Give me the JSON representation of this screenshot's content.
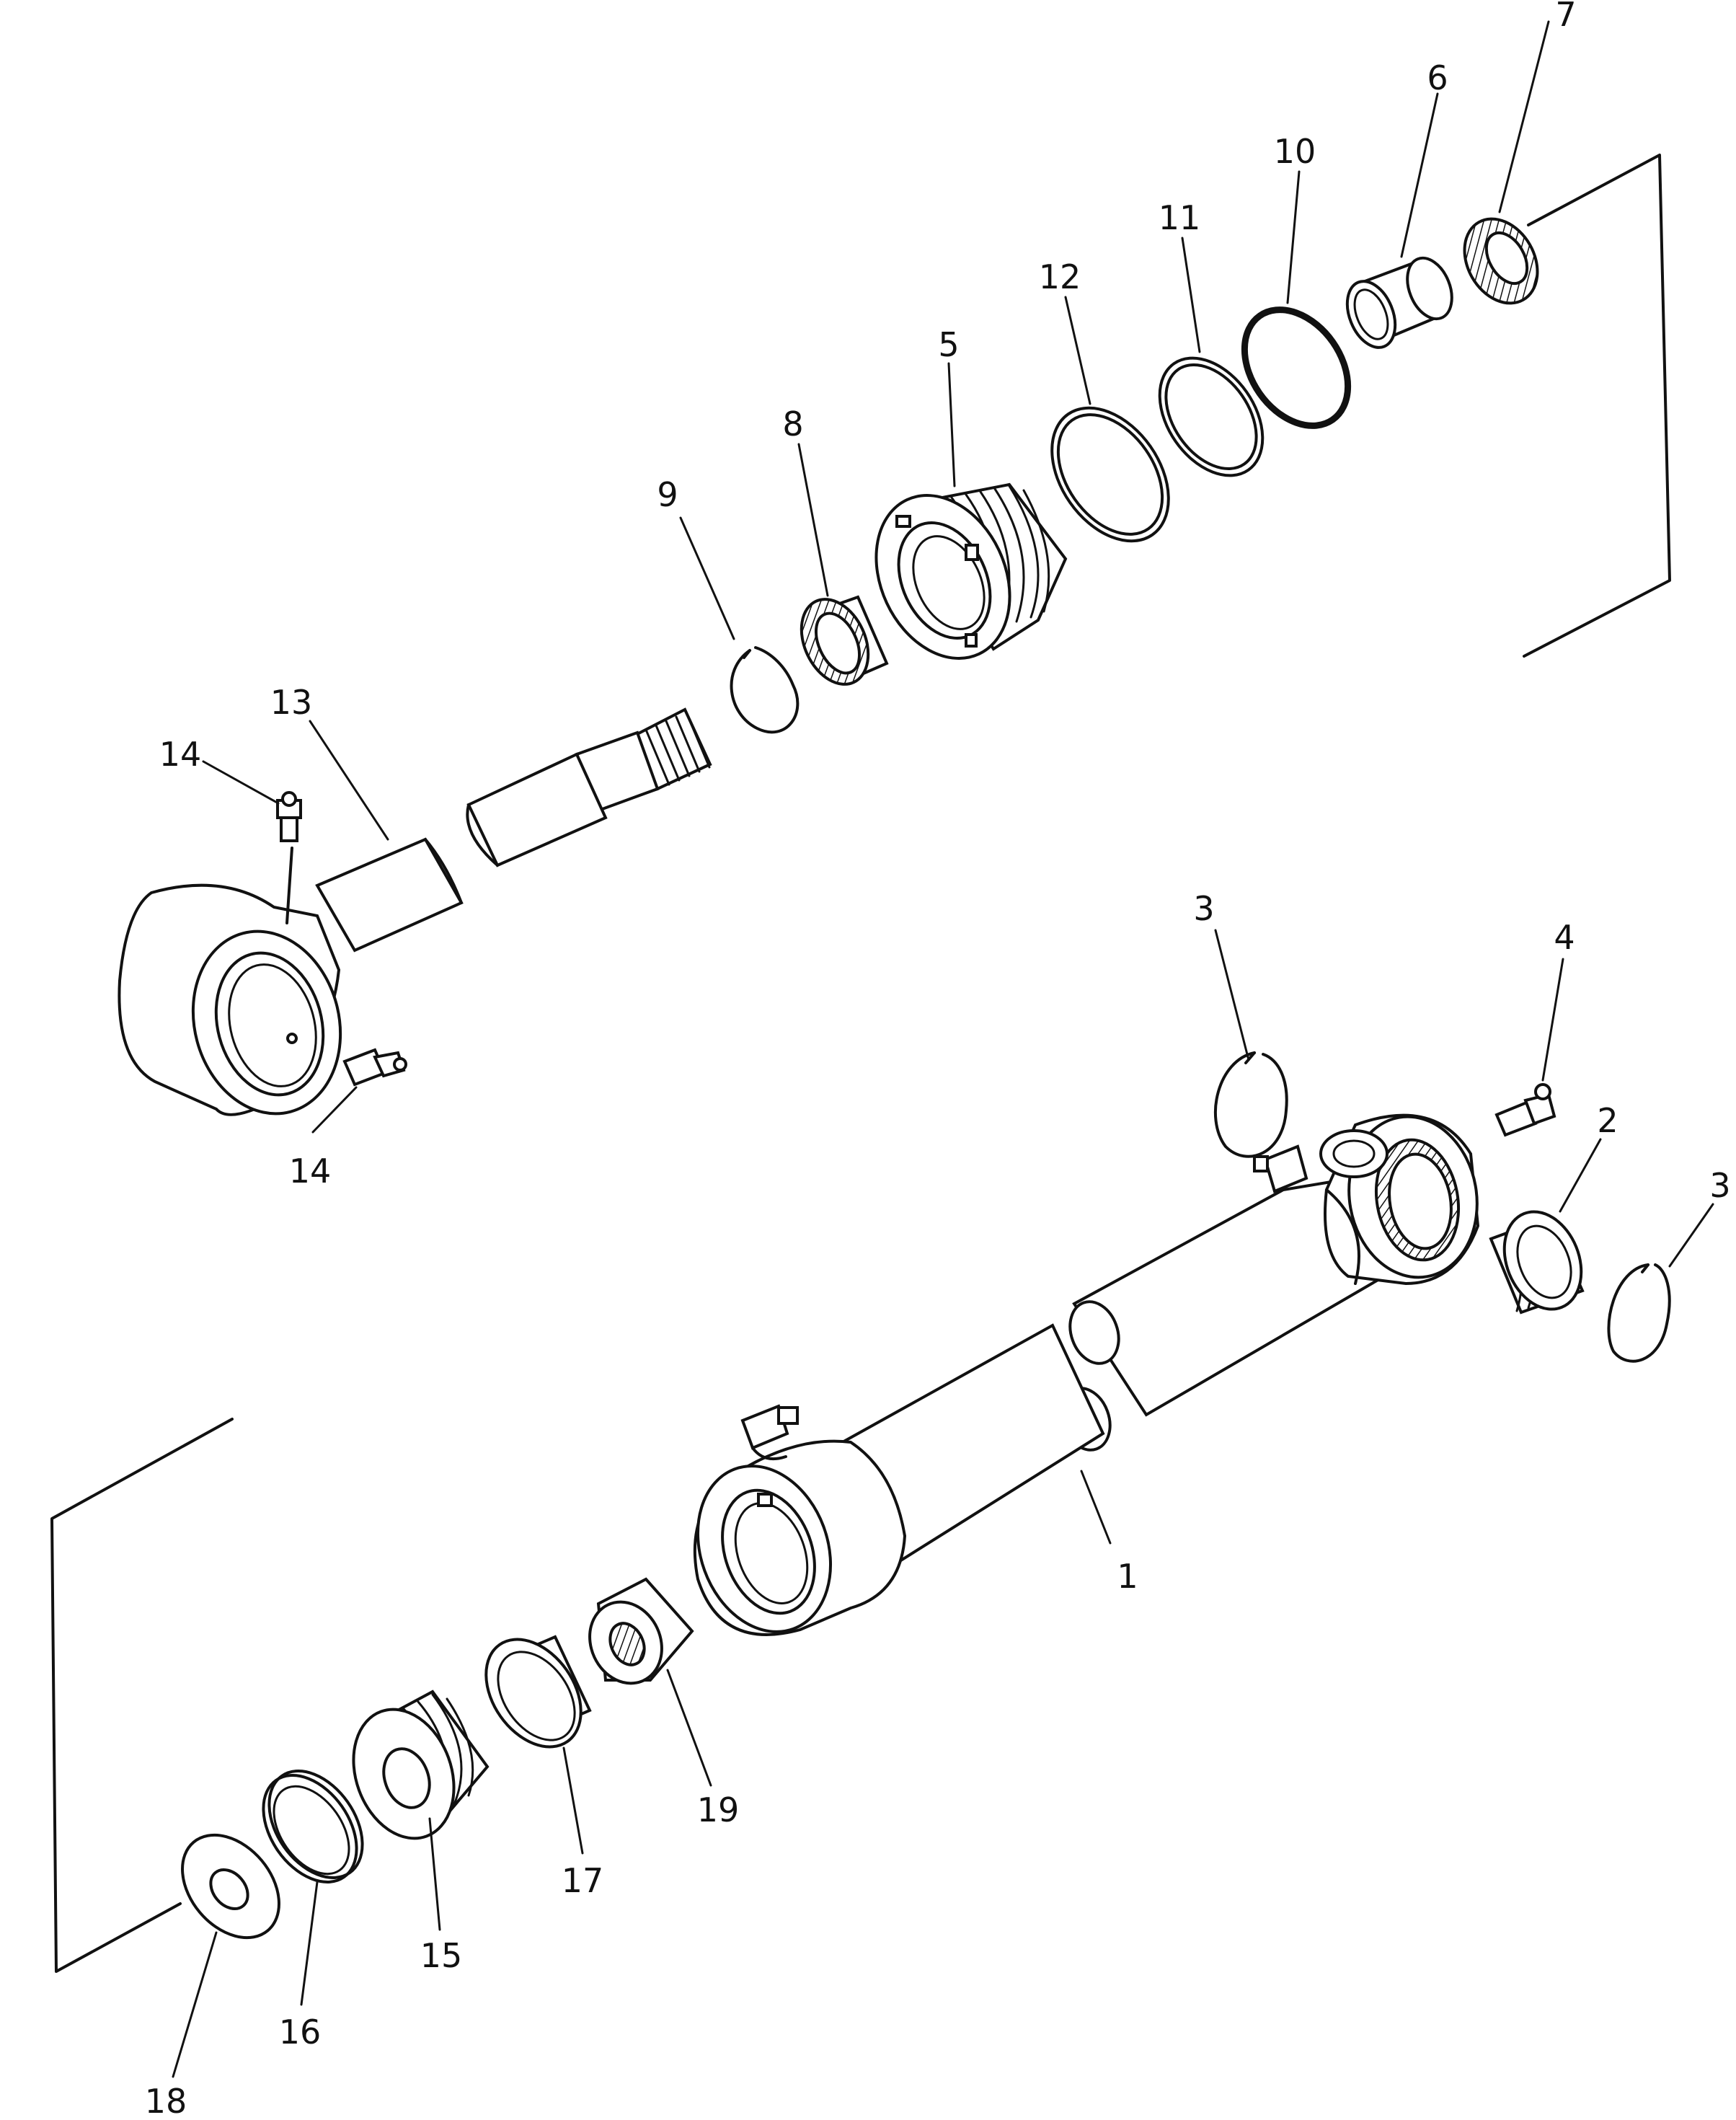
{
  "diagram": {
    "callouts": {
      "c1": "1",
      "c2": "2",
      "c3a": "3",
      "c3b": "3",
      "c4": "4",
      "c5": "5",
      "c6": "6",
      "c7": "7",
      "c8": "8",
      "c9": "9",
      "c10": "10",
      "c11": "11",
      "c12": "12",
      "c13": "13",
      "c14a": "14",
      "c14b": "14",
      "c15": "15",
      "c16": "16",
      "c17": "17",
      "c18": "18",
      "c19": "19"
    }
  }
}
